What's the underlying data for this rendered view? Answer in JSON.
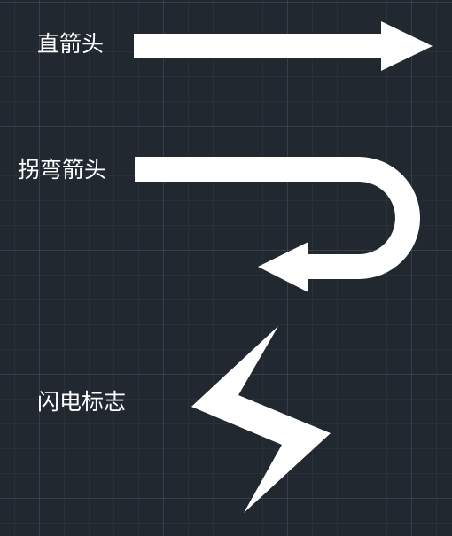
{
  "labels": {
    "straight_arrow": "直箭头",
    "bent_arrow": "拐弯箭头",
    "lightning": "闪电标志"
  },
  "colors": {
    "background": "#212830",
    "shape_fill": "#ffffff",
    "text": "#ffffff"
  },
  "icons": [
    "straight-arrow-icon",
    "u-turn-arrow-icon",
    "lightning-bolt-icon"
  ]
}
